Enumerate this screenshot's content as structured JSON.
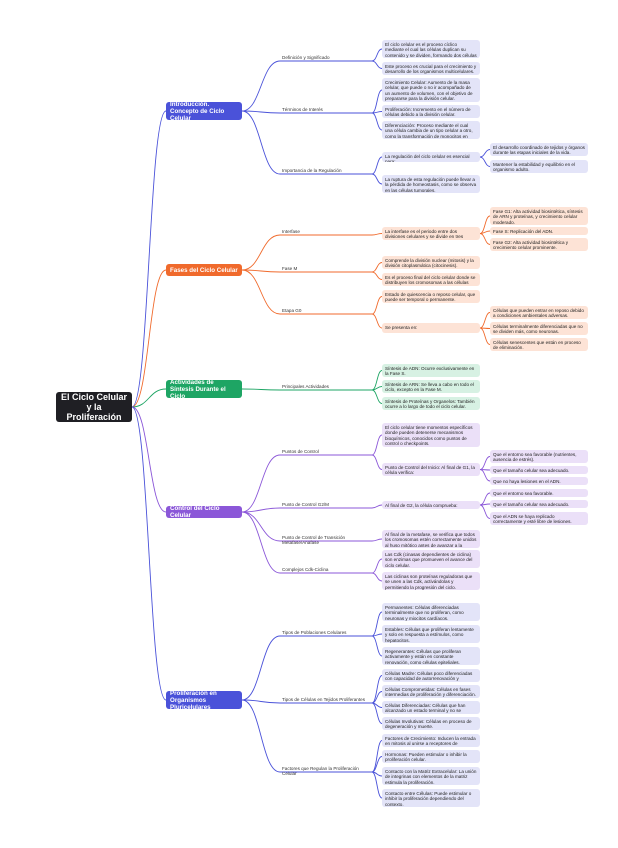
{
  "colors": {
    "blue": "#4a52d9",
    "blue_light": "#e3e4f8",
    "orange": "#f06a2c",
    "orange_light": "#fde3d6",
    "green": "#1ea564",
    "green_light": "#d7f1e3",
    "purple": "#8b57d8",
    "purple_light": "#ebe0f8",
    "root": "#1f1f24"
  },
  "root": "El Ciclo Celular y la Proliferación",
  "branches": [
    {
      "title": "Introducción. Concepto de Ciclo Celular",
      "color": "blue",
      "children": [
        {
          "label": "Definición y Significado",
          "children": [
            {
              "label": "El ciclo celular es el proceso cíclico mediante el cual las células duplican su contenido y se dividen, formando dos células hijas."
            },
            {
              "label": "Este proceso es crucial para el crecimiento y desarrollo de los organismos multicelulares."
            }
          ]
        },
        {
          "label": "Términos de Interés",
          "children": [
            {
              "label": "Crecimiento Celular: Aumento de la masa celular, que puede o no ir acompañado de un aumento de volumen, con el objetivo de prepararse para la división celular."
            },
            {
              "label": "Proliferación: Incremento en el número de células debido a la división celular."
            },
            {
              "label": "Diferenciación: Proceso mediante el cual una célula cambia de un tipo celular a otro, como la transformación de monocitos en macrófagos."
            }
          ]
        },
        {
          "label": "Importancia de la Regulación",
          "children": [
            {
              "label": "La regulación del ciclo celular es esencial para:",
              "children": [
                {
                  "label": "El desarrollo coordinado de tejidos y órganos durante las etapas iniciales de la vida."
                },
                {
                  "label": "Mantener la estabilidad y equilibrio en el organismo adulto."
                }
              ]
            },
            {
              "label": "La ruptura de esta regulación puede llevar a la pérdida de homeostasis, como se observa en las células tumorales."
            }
          ]
        }
      ]
    },
    {
      "title": "Fases del Ciclo Celular",
      "color": "orange",
      "children": [
        {
          "label": "Interfase",
          "children": [
            {
              "label": "La interfase es el periodo entre dos divisiones celulares y se divide en tres etapas:",
              "children": [
                {
                  "label": "Fase G1: Alta actividad biosintética, síntesis de ARN y proteínas, y crecimiento celular moderado."
                },
                {
                  "label": "Fase S: Replicación del ADN."
                },
                {
                  "label": "Fase G2: Alta actividad biosintética y crecimiento celular prominente."
                }
              ]
            }
          ]
        },
        {
          "label": "Fase M",
          "children": [
            {
              "label": "Comprende la división nuclear (mitosis) y la división citoplasmática (citocinesis)."
            },
            {
              "label": "Es el proceso final del ciclo celular donde se distribuyen los cromosomas a las células hijas."
            }
          ]
        },
        {
          "label": "Etapa G0",
          "children": [
            {
              "label": "Estado de quiescencia o reposo celular, que puede ser temporal o permanente."
            },
            {
              "label": "Se presenta en:",
              "children": [
                {
                  "label": "Células que pueden entrar en reposo debido a condiciones ambientales adversas."
                },
                {
                  "label": "Células terminalmente diferenciadas que no se dividen más, como neuronas."
                },
                {
                  "label": "Células senescentes que están en proceso de eliminación."
                }
              ]
            }
          ]
        }
      ]
    },
    {
      "title": "Actividades de Síntesis Durante el Ciclo",
      "color": "green",
      "children": [
        {
          "label": "Principales Actividades",
          "children": [
            {
              "label": "Síntesis de ADN: Ocurre exclusivamente en la Fase S."
            },
            {
              "label": "Síntesis de ARN: Se lleva a cabo en todo el ciclo, excepto en la Fase M."
            },
            {
              "label": "Síntesis de Proteínas y Organelos: También ocurre a lo largo de todo el ciclo celular."
            }
          ]
        }
      ]
    },
    {
      "title": "Control del Ciclo Celular",
      "color": "purple",
      "children": [
        {
          "label": "Puntos de Control",
          "children": [
            {
              "label": "El ciclo celular tiene momentos específicos donde pueden detenerse mecanismos bioquímicos, conocidos como puntos de control o checkpoints."
            },
            {
              "label": "Punto de Control del Inicio: Al final de G1, la célula verifica:",
              "children": [
                {
                  "label": "Que el entorno sea favorable (nutrientes, ausencia de estrés)."
                },
                {
                  "label": "Que el tamaño celular sea adecuado."
                },
                {
                  "label": "Que no haya lesiones en el ADN."
                }
              ]
            }
          ]
        },
        {
          "label": "Punto de Control G2/M",
          "children": [
            {
              "label": "Al final de G2, la célula comprueba:",
              "children": [
                {
                  "label": "Que el entorno sea favorable."
                },
                {
                  "label": "Que el tamaño celular sea adecuado."
                },
                {
                  "label": "Que el ADN se haya replicado correctamente y esté libre de lesiones."
                }
              ]
            }
          ]
        },
        {
          "label": "Punto de Control de Transición Metafase/Anafase",
          "children": [
            {
              "label": "Al final de la metafase, se verifica que todos los cromosomas estén correctamente unidos al huso mitótico antes de avanzar a la anafase."
            }
          ]
        },
        {
          "label": "Complejos Cdk-Ciclina",
          "children": [
            {
              "label": "Las Cdk (cinasas dependientes de ciclina) son enzimas que promueven el avance del ciclo celular."
            },
            {
              "label": "Las ciclinas son proteínas reguladoras que se unen a las Cdk, activándolas y permitiendo la progresión del ciclo."
            }
          ]
        }
      ]
    },
    {
      "title": "Proliferación en Organismos Pluricelulares",
      "color": "blue",
      "children": [
        {
          "label": "Tipos de Poblaciones Celulares",
          "children": [
            {
              "label": "Permanentes: Células diferenciadas terminalmente que no proliferan, como neuronas y miocitos cardíacos."
            },
            {
              "label": "Estables: Células que proliferan lentamente y solo en respuesta a estímulos, como hepatocitos."
            },
            {
              "label": "Regenerantes: Células que proliferan activamente y están en constante renovación, como células epiteliales."
            }
          ]
        },
        {
          "label": "Tipos de Células en Tejidos Proliferantes",
          "children": [
            {
              "label": "Células Madre: Células poco diferenciadas con capacidad de autorrenovación y diferenciación."
            },
            {
              "label": "Células Comprometidas: Células en fases intermedias de proliferación y diferenciación."
            },
            {
              "label": "Células Diferenciadas: Células que han alcanzado un estado terminal y no se dividen."
            },
            {
              "label": "Células Involutivas: Células en proceso de degeneración y muerte."
            }
          ]
        },
        {
          "label": "Factores que Regulan la Proliferación Celular",
          "children": [
            {
              "label": "Factores de Crecimiento: Inducen la entrada en mitosis al unirse a receptores de membrana."
            },
            {
              "label": "Hormonas: Pueden estimular o inhibir la proliferación celular."
            },
            {
              "label": "Contacto con la Matriz Extracelular: La unión de integrinas con elementos de la matriz estimula la proliferación."
            },
            {
              "label": "Contacto entre Células: Puede estimular o inhibir la proliferación dependiendo del contexto."
            }
          ]
        }
      ]
    }
  ]
}
